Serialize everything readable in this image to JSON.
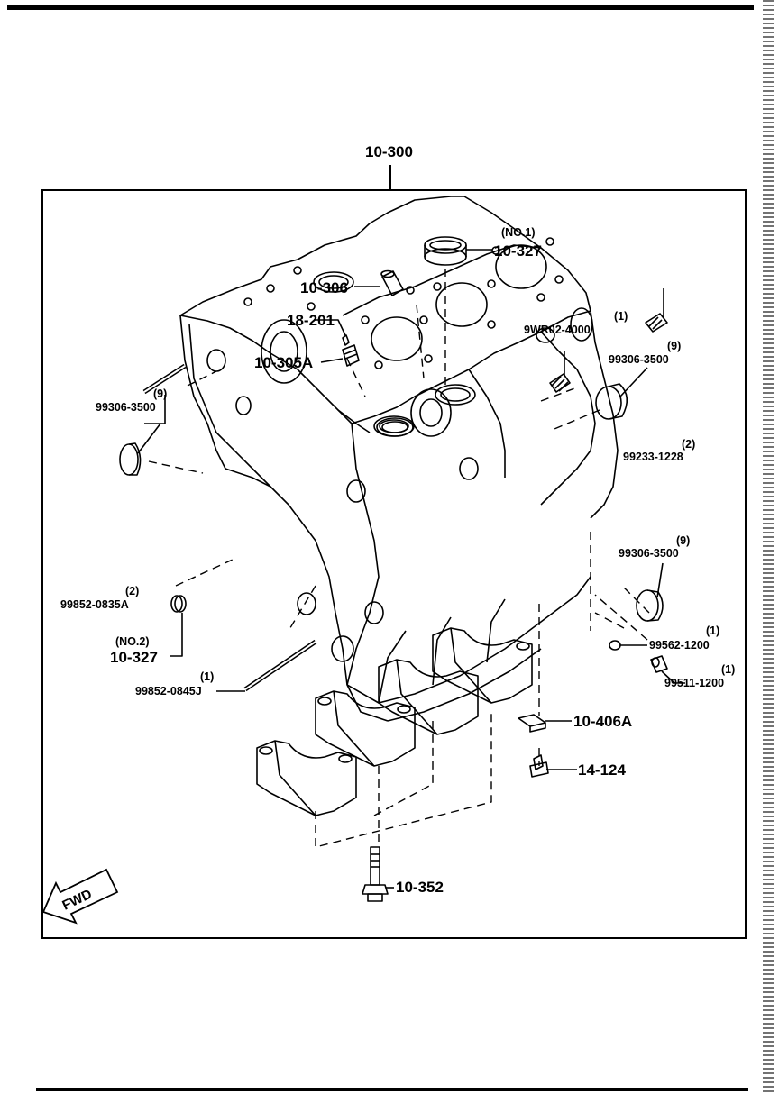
{
  "assembly_label": "10-300",
  "fwd_label": "FWD",
  "callouts": {
    "c10327_top": {
      "qty": "(NO.1)",
      "part": "10-327"
    },
    "c10306": {
      "part": "10-306"
    },
    "c18201": {
      "part": "18-201"
    },
    "c10305a": {
      "part": "10-305A"
    },
    "c9wr02": {
      "qty": "(1)",
      "part": "9WR02-4000"
    },
    "c99306_r": {
      "qty": "(9)",
      "part": "99306-3500"
    },
    "c99306_l": {
      "qty": "(9)",
      "part": "99306-3500"
    },
    "c99233": {
      "qty": "(2)",
      "part": "99233-1228"
    },
    "c99306_r2": {
      "qty": "(9)",
      "part": "99306-3500"
    },
    "c99852_0835": {
      "qty": "(2)",
      "part": "99852-0835A"
    },
    "c10327_no2": {
      "qty": "(NO.2)",
      "part": "10-327"
    },
    "c99852_0845": {
      "qty": "(1)",
      "part": "99852-0845J"
    },
    "c99562": {
      "qty": "(1)",
      "part": "99562-1200"
    },
    "c99511": {
      "qty": "(1)",
      "part": "99511-1200"
    },
    "c10406a": {
      "part": "10-406A"
    },
    "c14124": {
      "part": "14-124"
    },
    "c10352": {
      "part": "10-352"
    }
  }
}
